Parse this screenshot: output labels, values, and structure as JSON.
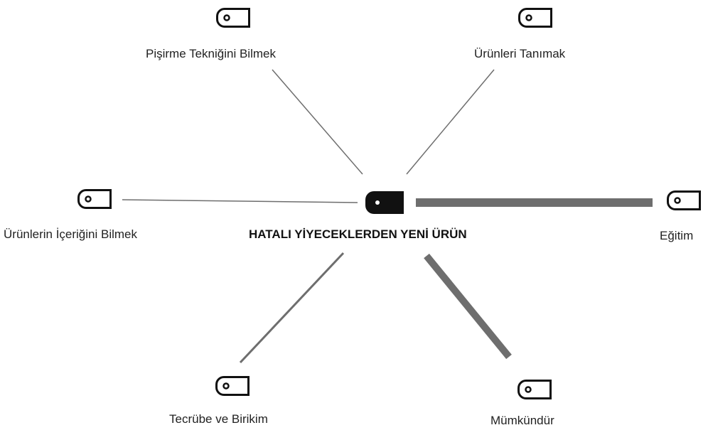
{
  "diagram": {
    "center": {
      "label": "HATALI YİYECEKLERDEN YENİ ÜRÜN",
      "icon": "tag-icon-filled"
    },
    "nodes": [
      {
        "id": "pisirme",
        "label": "Pişirme Tekniğini Bilmek",
        "icon": "tag-icon"
      },
      {
        "id": "urunleri-tanimak",
        "label": "Ürünleri Tanımak",
        "icon": "tag-icon"
      },
      {
        "id": "icerik",
        "label": "Ürünlerin İçeriğini Bilmek",
        "icon": "tag-icon"
      },
      {
        "id": "egitim",
        "label": "Eğitim",
        "icon": "tag-icon"
      },
      {
        "id": "tecrube",
        "label": "Tecrübe ve Birikim",
        "icon": "tag-icon"
      },
      {
        "id": "mumkundur",
        "label": "Mümkündür",
        "icon": "tag-icon"
      }
    ],
    "colors": {
      "line": "#6e6e6e",
      "icon": "#111111",
      "text": "#222222"
    }
  }
}
